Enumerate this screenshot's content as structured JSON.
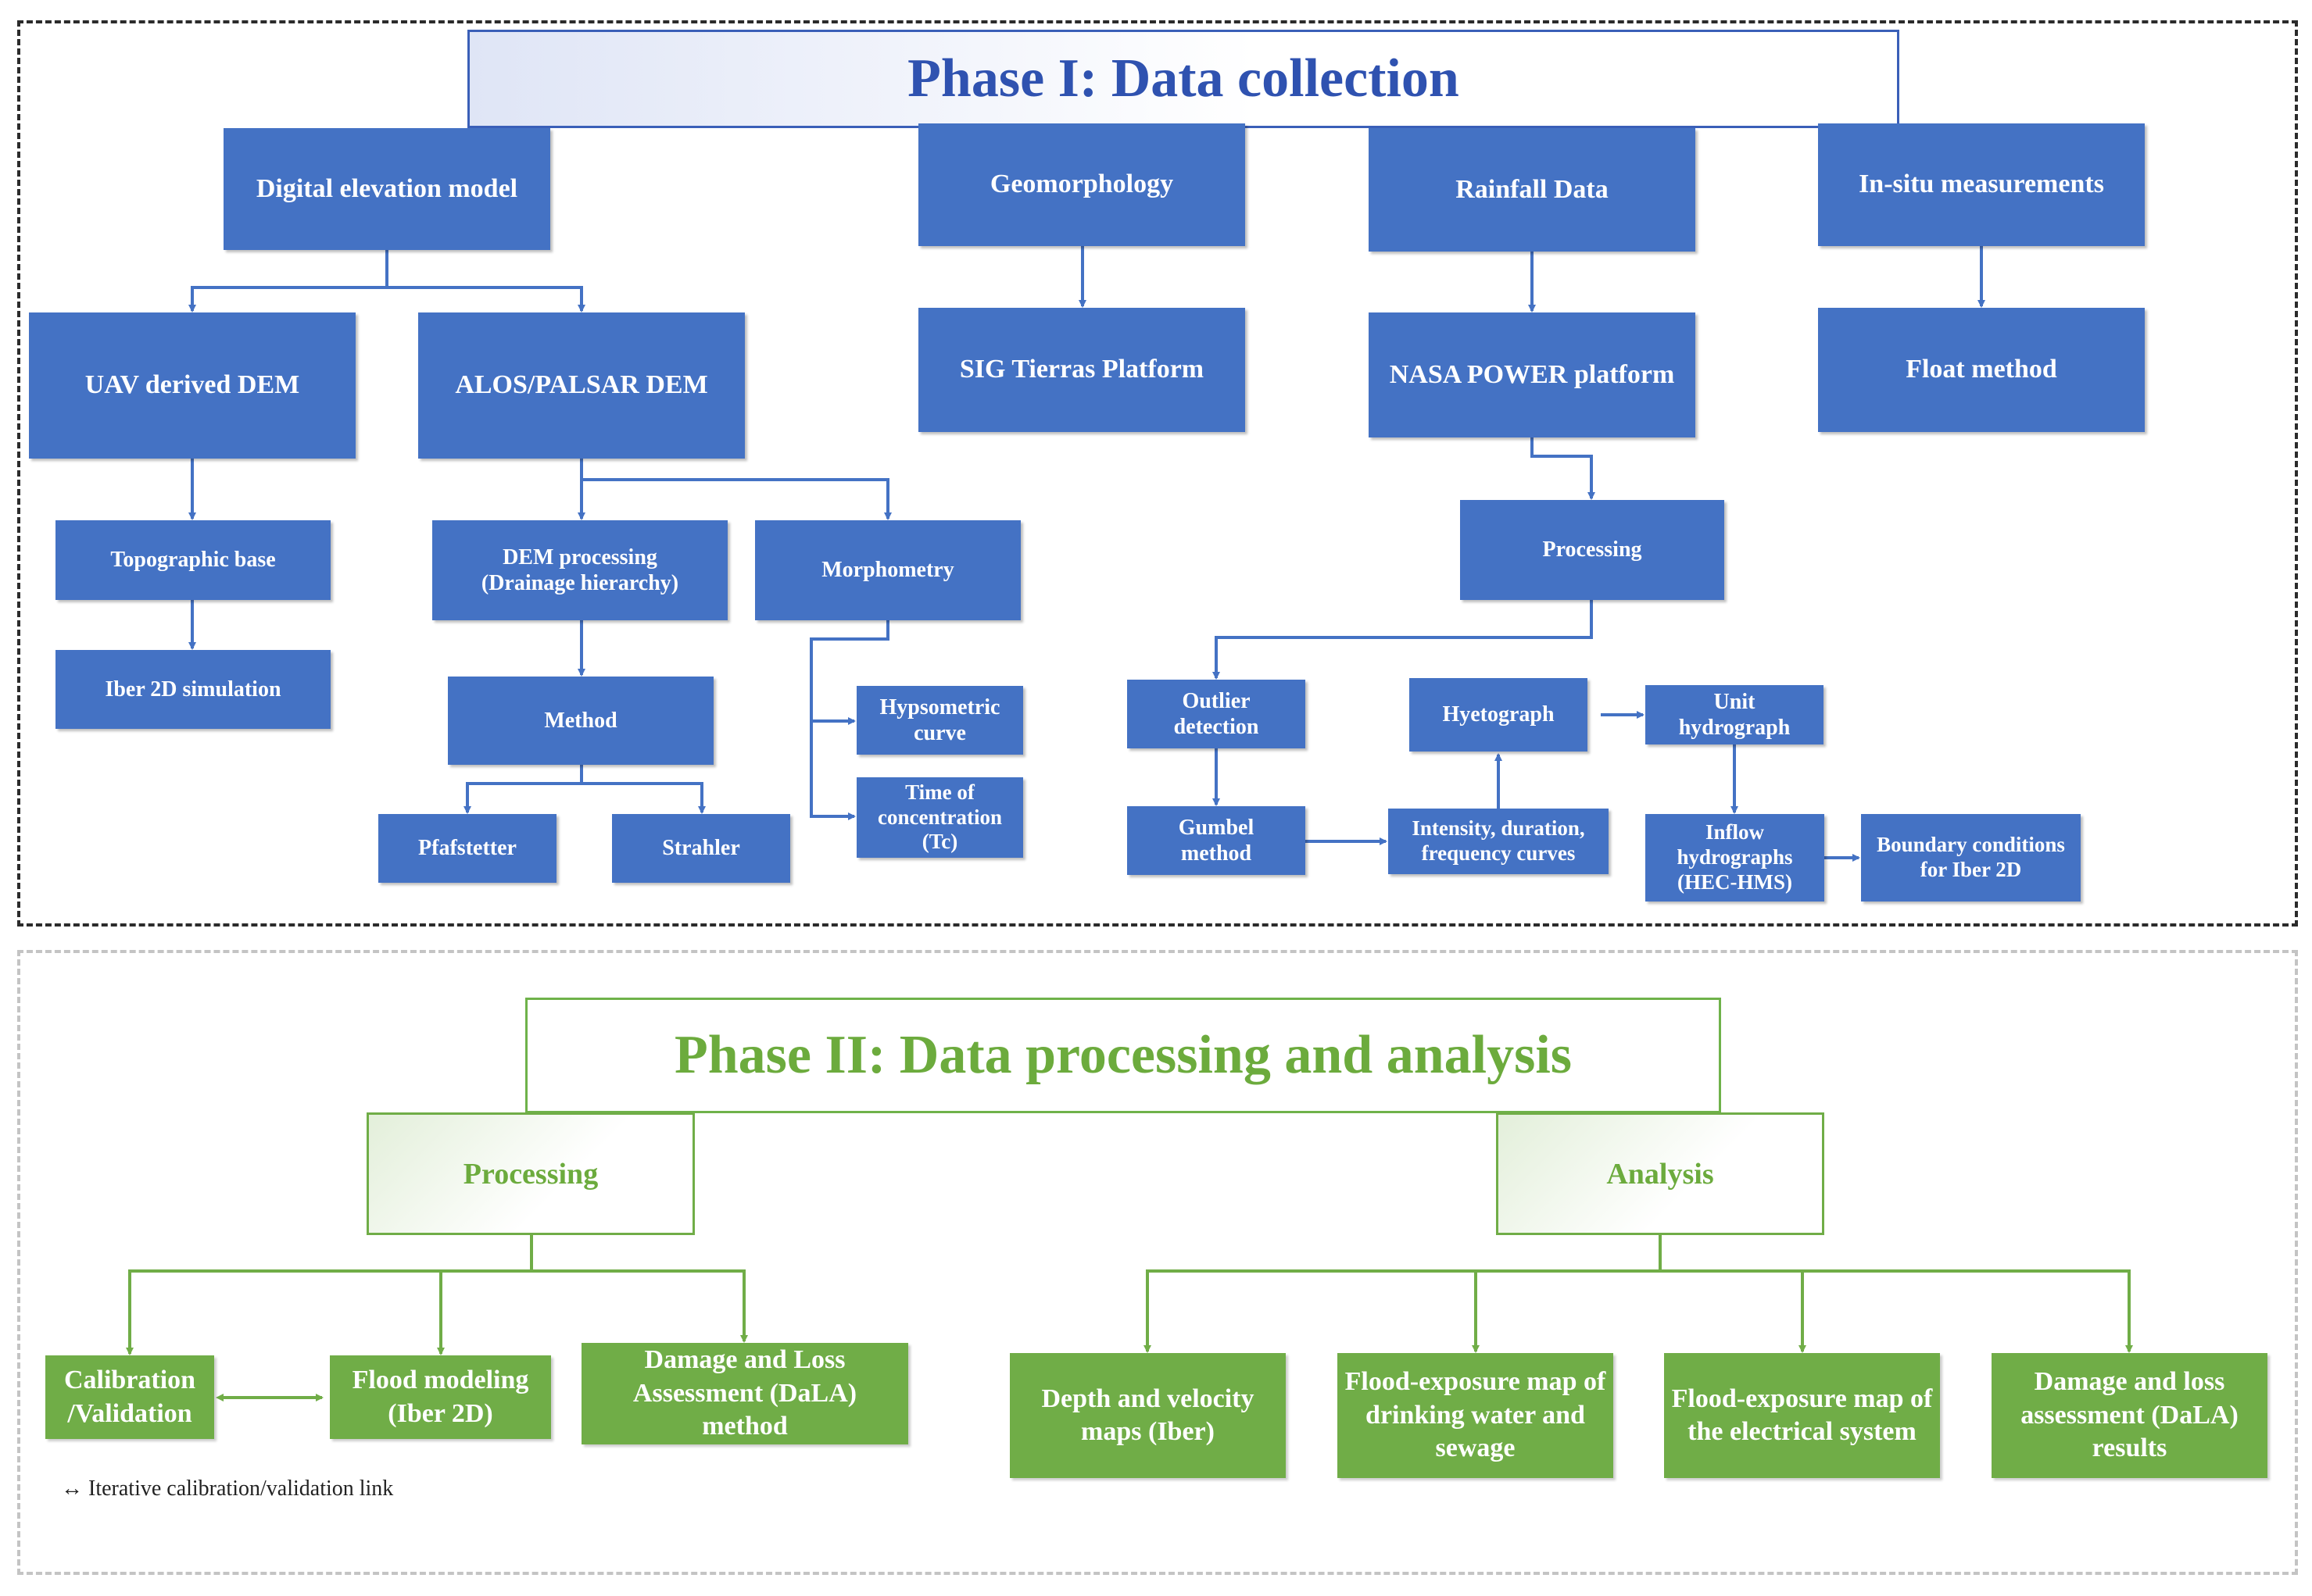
{
  "phase1": {
    "title": "Phase I: Data collection",
    "top": {
      "dem": "Digital elevation model",
      "geomorphology": "Geomorphology",
      "rainfall": "Rainfall Data",
      "insitu": "In-situ measurements"
    },
    "uav_dem": "UAV derived DEM",
    "alos_dem": "ALOS/PALSAR DEM",
    "sig_tierras": "SIG Tierras Platform",
    "nasa_power": "NASA POWER platform",
    "float_method": "Float method",
    "topographic_base": "Topographic base",
    "iber_2d_sim": "Iber 2D simulation",
    "dem_processing": "DEM processing (Drainage hierarchy)",
    "morphometry": "Morphometry",
    "method": "Method",
    "pfafstetter": "Pfafstetter",
    "strahler": "Strahler",
    "hypsometric": "Hypsometric curve",
    "time_conc": "Time of concentration (Tc)",
    "processing": "Processing",
    "outlier": "Outlier detection",
    "gumbel": "Gumbel method",
    "idf": "Intensity, duration, frequency curves",
    "hyetograph": "Hyetograph",
    "unit_hydrograph": "Unit hydrograph",
    "inflow": "Inflow hydrographs (HEC-HMS)",
    "boundary": "Boundary conditions for Iber 2D"
  },
  "phase2": {
    "title": "Phase II: Data processing and analysis",
    "processing": "Processing",
    "analysis": "Analysis",
    "calibration": "Calibration /Validation",
    "flood_modeling": "Flood modeling (Iber 2D)",
    "dala_method": "Damage and Loss Assessment (DaLA) method",
    "depth_velocity": "Depth and velocity maps (Iber)",
    "fe_water": "Flood-exposure map of drinking water and sewage",
    "fe_electrical": "Flood-exposure map of the electrical system",
    "dala_results": "Damage and loss assessment (DaLA) results",
    "note": "↔ Iterative calibration/validation link"
  },
  "colors": {
    "blue_box": "#4472c4",
    "blue_title": "#2f52b0",
    "green_box": "#70ad47",
    "green_title": "#6cab3d"
  }
}
